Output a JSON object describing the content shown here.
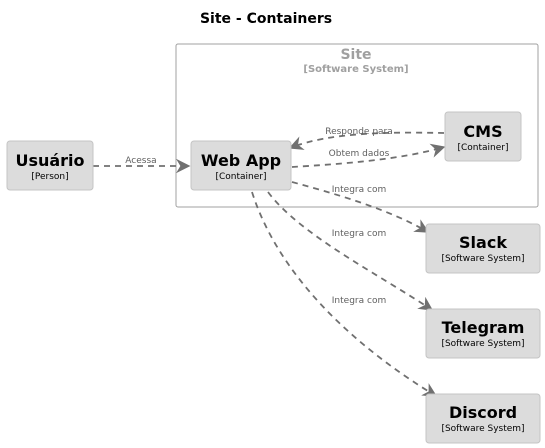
{
  "diagram": {
    "title": "Site - Containers",
    "boundary": {
      "name": "Site",
      "type": "[Software System]"
    },
    "nodes": {
      "usuario": {
        "name": "Usuário",
        "type": "[Person]"
      },
      "webapp": {
        "name": "Web App",
        "type": "[Container]"
      },
      "cms": {
        "name": "CMS",
        "type": "[Container]"
      },
      "slack": {
        "name": "Slack",
        "type": "[Software System]"
      },
      "telegram": {
        "name": "Telegram",
        "type": "[Software System]"
      },
      "discord": {
        "name": "Discord",
        "type": "[Software System]"
      }
    },
    "edges": {
      "acessa": "Acessa",
      "responde": "Responde para",
      "obtem": "Obtem dados",
      "slack": "Integra com",
      "telegram": "Integra com",
      "discord": "Integra com"
    },
    "colors": {
      "node_fill": "#dcdcdc",
      "boundary_stroke": "#a0a0a0",
      "edge": "#707070"
    }
  }
}
